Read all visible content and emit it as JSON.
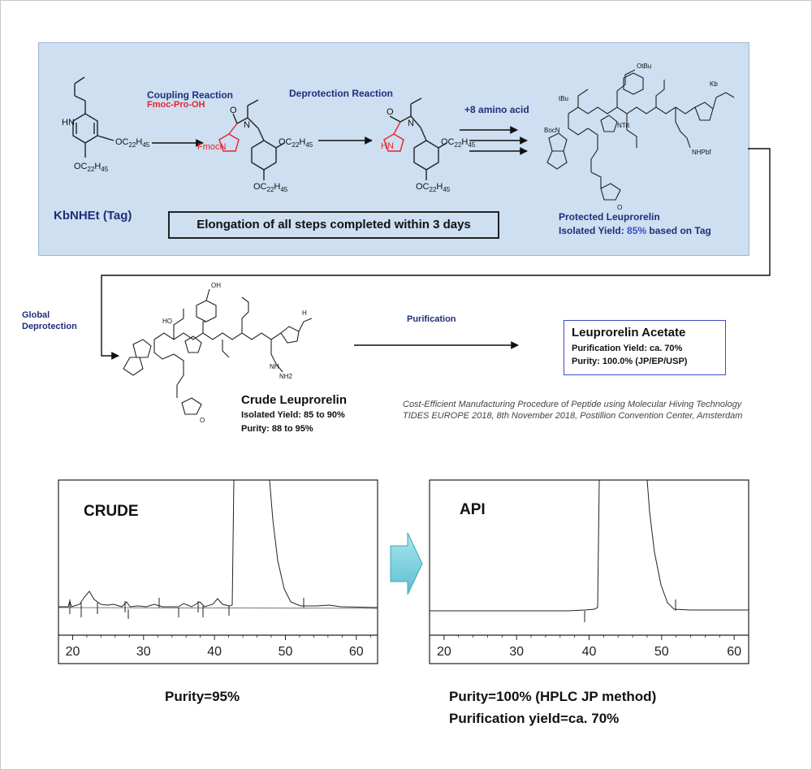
{
  "scheme": {
    "tag_name": "KbNHEt (Tag)",
    "coupling_title": "Coupling Reaction",
    "coupling_reagent": "Fmoc-Pro-OH",
    "deprotection_title": "Deprotection Reaction",
    "amino_acid_step": "+8 amino acid",
    "elongation_note": "Elongation of all steps completed within 3 days",
    "protected_title": "Protected Leuprorelin",
    "protected_yield_prefix": "Isolated Yield:",
    "protected_yield_value": "85%",
    "protected_yield_suffix": "based on Tag",
    "global_deprotection_1": "Global",
    "global_deprotection_2": "Deprotection",
    "purification": "Purification",
    "crude_title": "Crude Leuprorelin",
    "crude_yield": "Isolated Yield: 85 to 90%",
    "crude_purity": "Purity: 88 to 95%",
    "acetate_title": "Leuprorelin Acetate",
    "acetate_yield": "Purification Yield: ca. 70%",
    "acetate_purity": "Purity: 100.0% (JP/EP/USP)",
    "citation_line1": "Cost-Efficient Manufacturing Procedure of Peptide using Molecular Hiving Technology",
    "citation_line2": "TIDES EUROPE 2018, 8th November 2018, Postillion Convention Center, Amsterdam",
    "chem": {
      "oc22h45": "OC22H45",
      "hn": "HN",
      "fmoc": "FmocN",
      "n": "N",
      "o": "O",
      "boc": "BocN",
      "tbu": "tBu",
      "otbu": "OtBu",
      "trt": "NTrt",
      "kb": "Kb",
      "nhpbf": "NHPbf",
      "h": "H",
      "ho": "HO",
      "oh": "OH",
      "nh2": "NH2",
      "nh": "NH"
    }
  },
  "chart_data": [
    {
      "type": "line",
      "title": "CRUDE",
      "xlim": [
        18,
        63
      ],
      "xticks": [
        20,
        30,
        40,
        50,
        60
      ],
      "grid": false,
      "peaks": [
        {
          "x": 46.5,
          "label": "main peak",
          "offscale": true
        }
      ],
      "minor_peak_x": [
        22,
        27,
        31,
        36,
        39,
        41
      ],
      "caption": "Purity=95%"
    },
    {
      "type": "line",
      "title": "API",
      "xlim": [
        18,
        62
      ],
      "xticks": [
        20,
        30,
        40,
        50,
        60
      ],
      "grid": false,
      "peaks": [
        {
          "x": 45.5,
          "label": "main peak",
          "offscale": true
        }
      ],
      "caption_line1": "Purity=100% (HPLC JP method)",
      "caption_line2": "Purification yield=ca. 70%"
    }
  ],
  "colors": {
    "panel": "#cddff1",
    "navy": "#1f2f7a",
    "red": "#e8242b",
    "blue": "#3c4ec4",
    "arrow": "#7fd3df"
  }
}
